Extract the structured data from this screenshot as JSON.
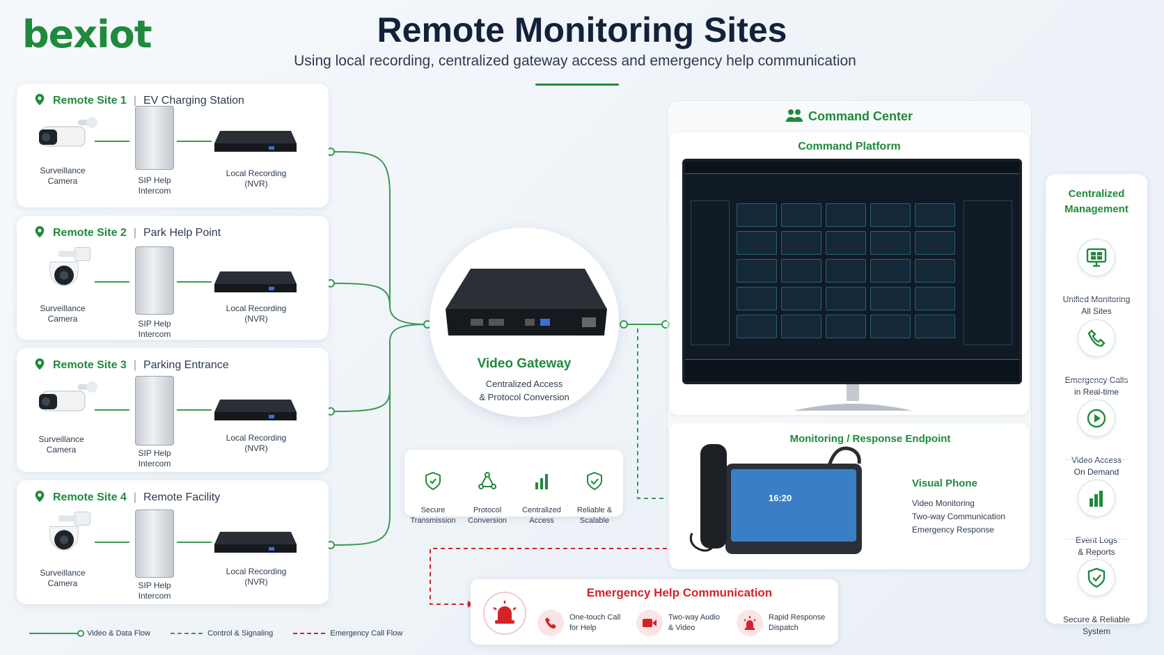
{
  "logo": {
    "text_main": "bexiot"
  },
  "header": {
    "title": "Remote Monitoring Sites",
    "subtitle": "Using local recording, centralized gateway access and emergency help communication"
  },
  "sites": [
    {
      "name": "Remote Site 1",
      "sep": "|",
      "desc": "EV Charging Station",
      "camera": "Surveillance\nCamera",
      "intercom": "SIP Help\nIntercom",
      "nvr": "Local Recording\n(NVR)"
    },
    {
      "name": "Remote Site 2",
      "sep": "|",
      "desc": "Park Help Point",
      "camera": "Surveillance\nCamera",
      "intercom": "SIP Help\nIntercom",
      "nvr": "Local Recording\n(NVR)"
    },
    {
      "name": "Remote Site 3",
      "sep": "|",
      "desc": "Parking Entrance",
      "camera": "Surveillance\nCamera",
      "intercom": "SIP Help\nIntercom",
      "nvr": "Local Recording\n(NVR)"
    },
    {
      "name": "Remote Site 4",
      "sep": "|",
      "desc": "Remote Facility",
      "camera": "Surveillance\nCamera",
      "intercom": "SIP Help\nIntercom",
      "nvr": "Local Recording\n(NVR)"
    }
  ],
  "gateway": {
    "title": "Video Gateway",
    "sub": "Centralized Access\n& Protocol Conversion",
    "features": [
      {
        "icon": "shield-icon",
        "label": "Secure\nTransmission"
      },
      {
        "icon": "network-icon",
        "label": "Protocol\nConversion"
      },
      {
        "icon": "bar-chart-icon",
        "label": "Centralized\nAccess"
      },
      {
        "icon": "shield-check-icon",
        "label": "Reliable &\nScalable"
      }
    ]
  },
  "command_center": {
    "title": "Command Center",
    "platform_title": "Command Platform",
    "endpoint_title": "Monitoring / Response Endpoint",
    "visual_phone": {
      "title": "Visual Phone",
      "items": [
        "Video Monitoring",
        "Two-way Communication",
        "Emergency Response"
      ],
      "screen_time": "16:20"
    }
  },
  "management": {
    "title": "Centralized\nManagement",
    "items": [
      {
        "icon": "monitor-icon",
        "label": "Unified Monitoring\nAll Sites"
      },
      {
        "icon": "phone-icon",
        "label": "Emergency Calls\nin Real-time"
      },
      {
        "icon": "play-icon",
        "label": "Video Access\nOn Demand"
      },
      {
        "icon": "bar-chart-icon",
        "label": "Event Logs\n& Reports"
      },
      {
        "icon": "shield-check-icon",
        "label": "Secure & Reliable\nSystem"
      }
    ]
  },
  "emergency": {
    "title": "Emergency Help Communication",
    "items": [
      {
        "icon": "phone-icon",
        "label": "One-touch Call\nfor Help"
      },
      {
        "icon": "video-icon",
        "label": "Two-way Audio\n& Video"
      },
      {
        "icon": "siren-icon",
        "label": "Rapid Response\nDispatch"
      }
    ]
  },
  "legend": [
    {
      "style": "solid",
      "color": "#3a9a4f",
      "label": "Video & Data Flow"
    },
    {
      "style": "dashed",
      "color": "#3a9a4f",
      "label": "Control & Signaling"
    },
    {
      "style": "dashed",
      "color": "#d42328",
      "label": "Emergency Call Flow"
    }
  ],
  "colors": {
    "brand_green": "#1f8a3c",
    "alert_red": "#d42328",
    "title_navy": "#13223a"
  }
}
